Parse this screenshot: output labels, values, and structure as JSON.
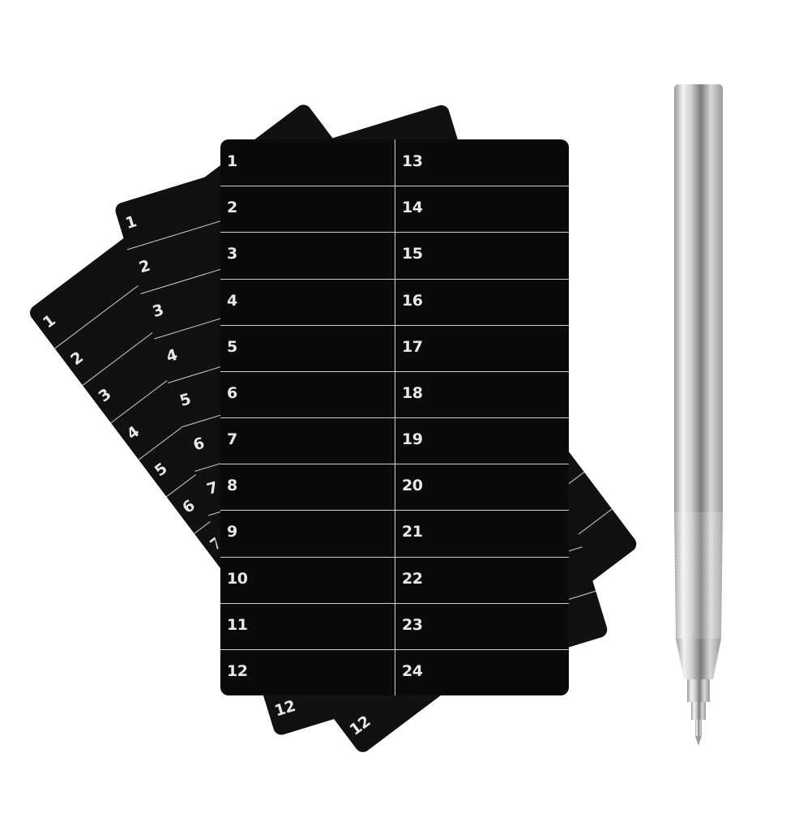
{
  "cards": {
    "left_column": [
      "1",
      "2",
      "3",
      "4",
      "5",
      "6",
      "7",
      "8",
      "9",
      "10",
      "11",
      "12"
    ],
    "right_column": [
      "13",
      "14",
      "15",
      "16",
      "17",
      "18",
      "19",
      "20",
      "21",
      "22",
      "23",
      "24"
    ]
  },
  "colors": {
    "card": "#0a0a0a",
    "line": "#cfcfcf",
    "text": "#e8e8e8",
    "pen_light": "#e6e6e6",
    "pen_dark": "#8a8a8a"
  }
}
